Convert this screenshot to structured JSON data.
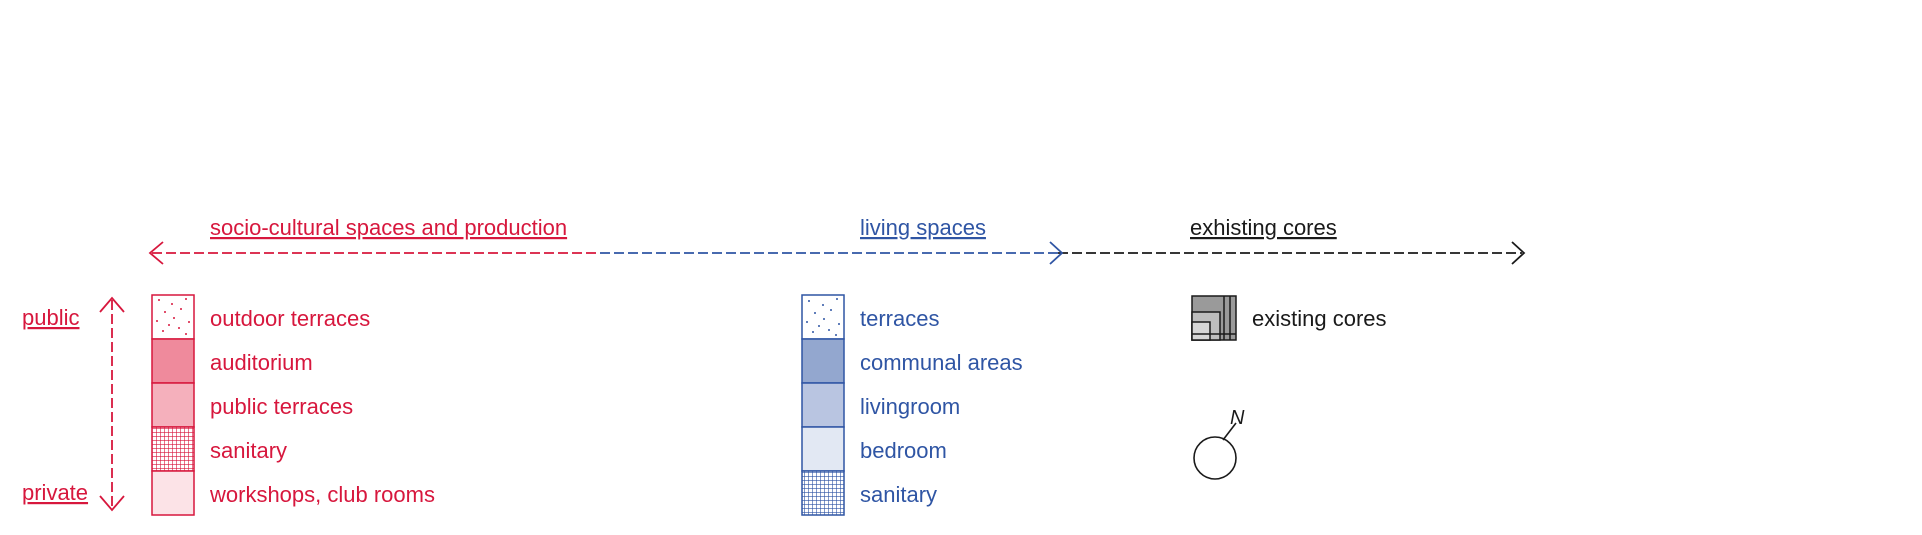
{
  "colors": {
    "red": "#d7173d",
    "blue": "#2f55a4",
    "black": "#1a1a1a",
    "red_auditorium": "#ef8a9c",
    "red_public_terraces": "#f5b0bc",
    "red_workshops": "#fce3e7",
    "blue_communal": "#93a7cf",
    "blue_livingroom": "#b9c5e1",
    "blue_bedroom": "#e2e8f3",
    "core_fill": "#9a9a9a"
  },
  "headers": {
    "socio": "socio-cultural spaces and production",
    "living": "living spaces",
    "cores": "exhisting cores"
  },
  "axis": {
    "public": "public",
    "private": "private"
  },
  "legend_red": [
    {
      "label": "outdoor terraces",
      "pattern": "dots"
    },
    {
      "label": "auditorium",
      "pattern": "solid-auditorium"
    },
    {
      "label": "public terraces",
      "pattern": "solid-public-terraces"
    },
    {
      "label": "sanitary",
      "pattern": "grid"
    },
    {
      "label": "workshops, club rooms",
      "pattern": "solid-workshops"
    }
  ],
  "legend_blue": [
    {
      "label": "terraces",
      "pattern": "dots"
    },
    {
      "label": "communal areas",
      "pattern": "solid-communal"
    },
    {
      "label": "livingroom",
      "pattern": "solid-livingroom"
    },
    {
      "label": "bedroom",
      "pattern": "solid-bedroom"
    },
    {
      "label": "sanitary",
      "pattern": "grid"
    }
  ],
  "cores_legend": {
    "label": "existing cores",
    "icon": "core-stack-icon"
  },
  "north": {
    "label": "N",
    "icon": "north-arrow-icon"
  }
}
